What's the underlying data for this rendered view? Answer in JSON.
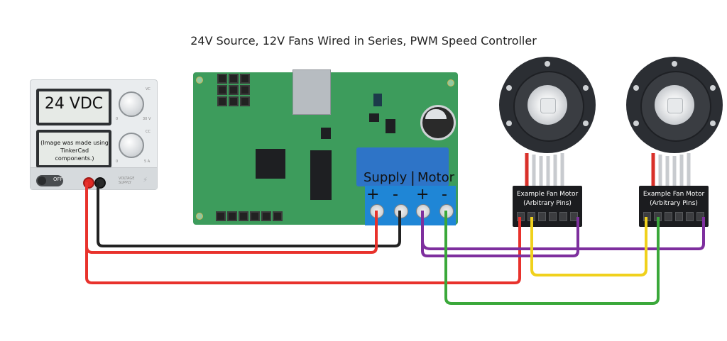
{
  "title": "24V Source, 12V Fans Wired in Series, PWM Speed Controller",
  "power_supply": {
    "display_voltage": "24 VDC",
    "display_note": "(Image was made using TinkerCad components.)",
    "switch_label": "OFF",
    "vc_label": "VC",
    "cc_label": "CC",
    "volt_scale": "30 V",
    "amp_scale": "5 A",
    "zero": "0",
    "panel_caption": "VOLTAGE SUPPLY"
  },
  "controller": {
    "supply_label": "Supply",
    "motor_label": "Motor",
    "plus": "+",
    "minus": "-"
  },
  "fans": [
    {
      "label_line1": "Example Fan Motor",
      "label_line2": "(Arbitrary Pins)"
    },
    {
      "label_line1": "Example Fan Motor",
      "label_line2": "(Arbitrary Pins)"
    }
  ],
  "colors": {
    "red_wire": "#e8322c",
    "black_wire": "#222222",
    "purple_wire": "#7e2f9e",
    "yellow_wire": "#f0d11c",
    "green_wire": "#3aa83a",
    "board": "#3d9c5c",
    "terminal": "#2e74c7"
  }
}
